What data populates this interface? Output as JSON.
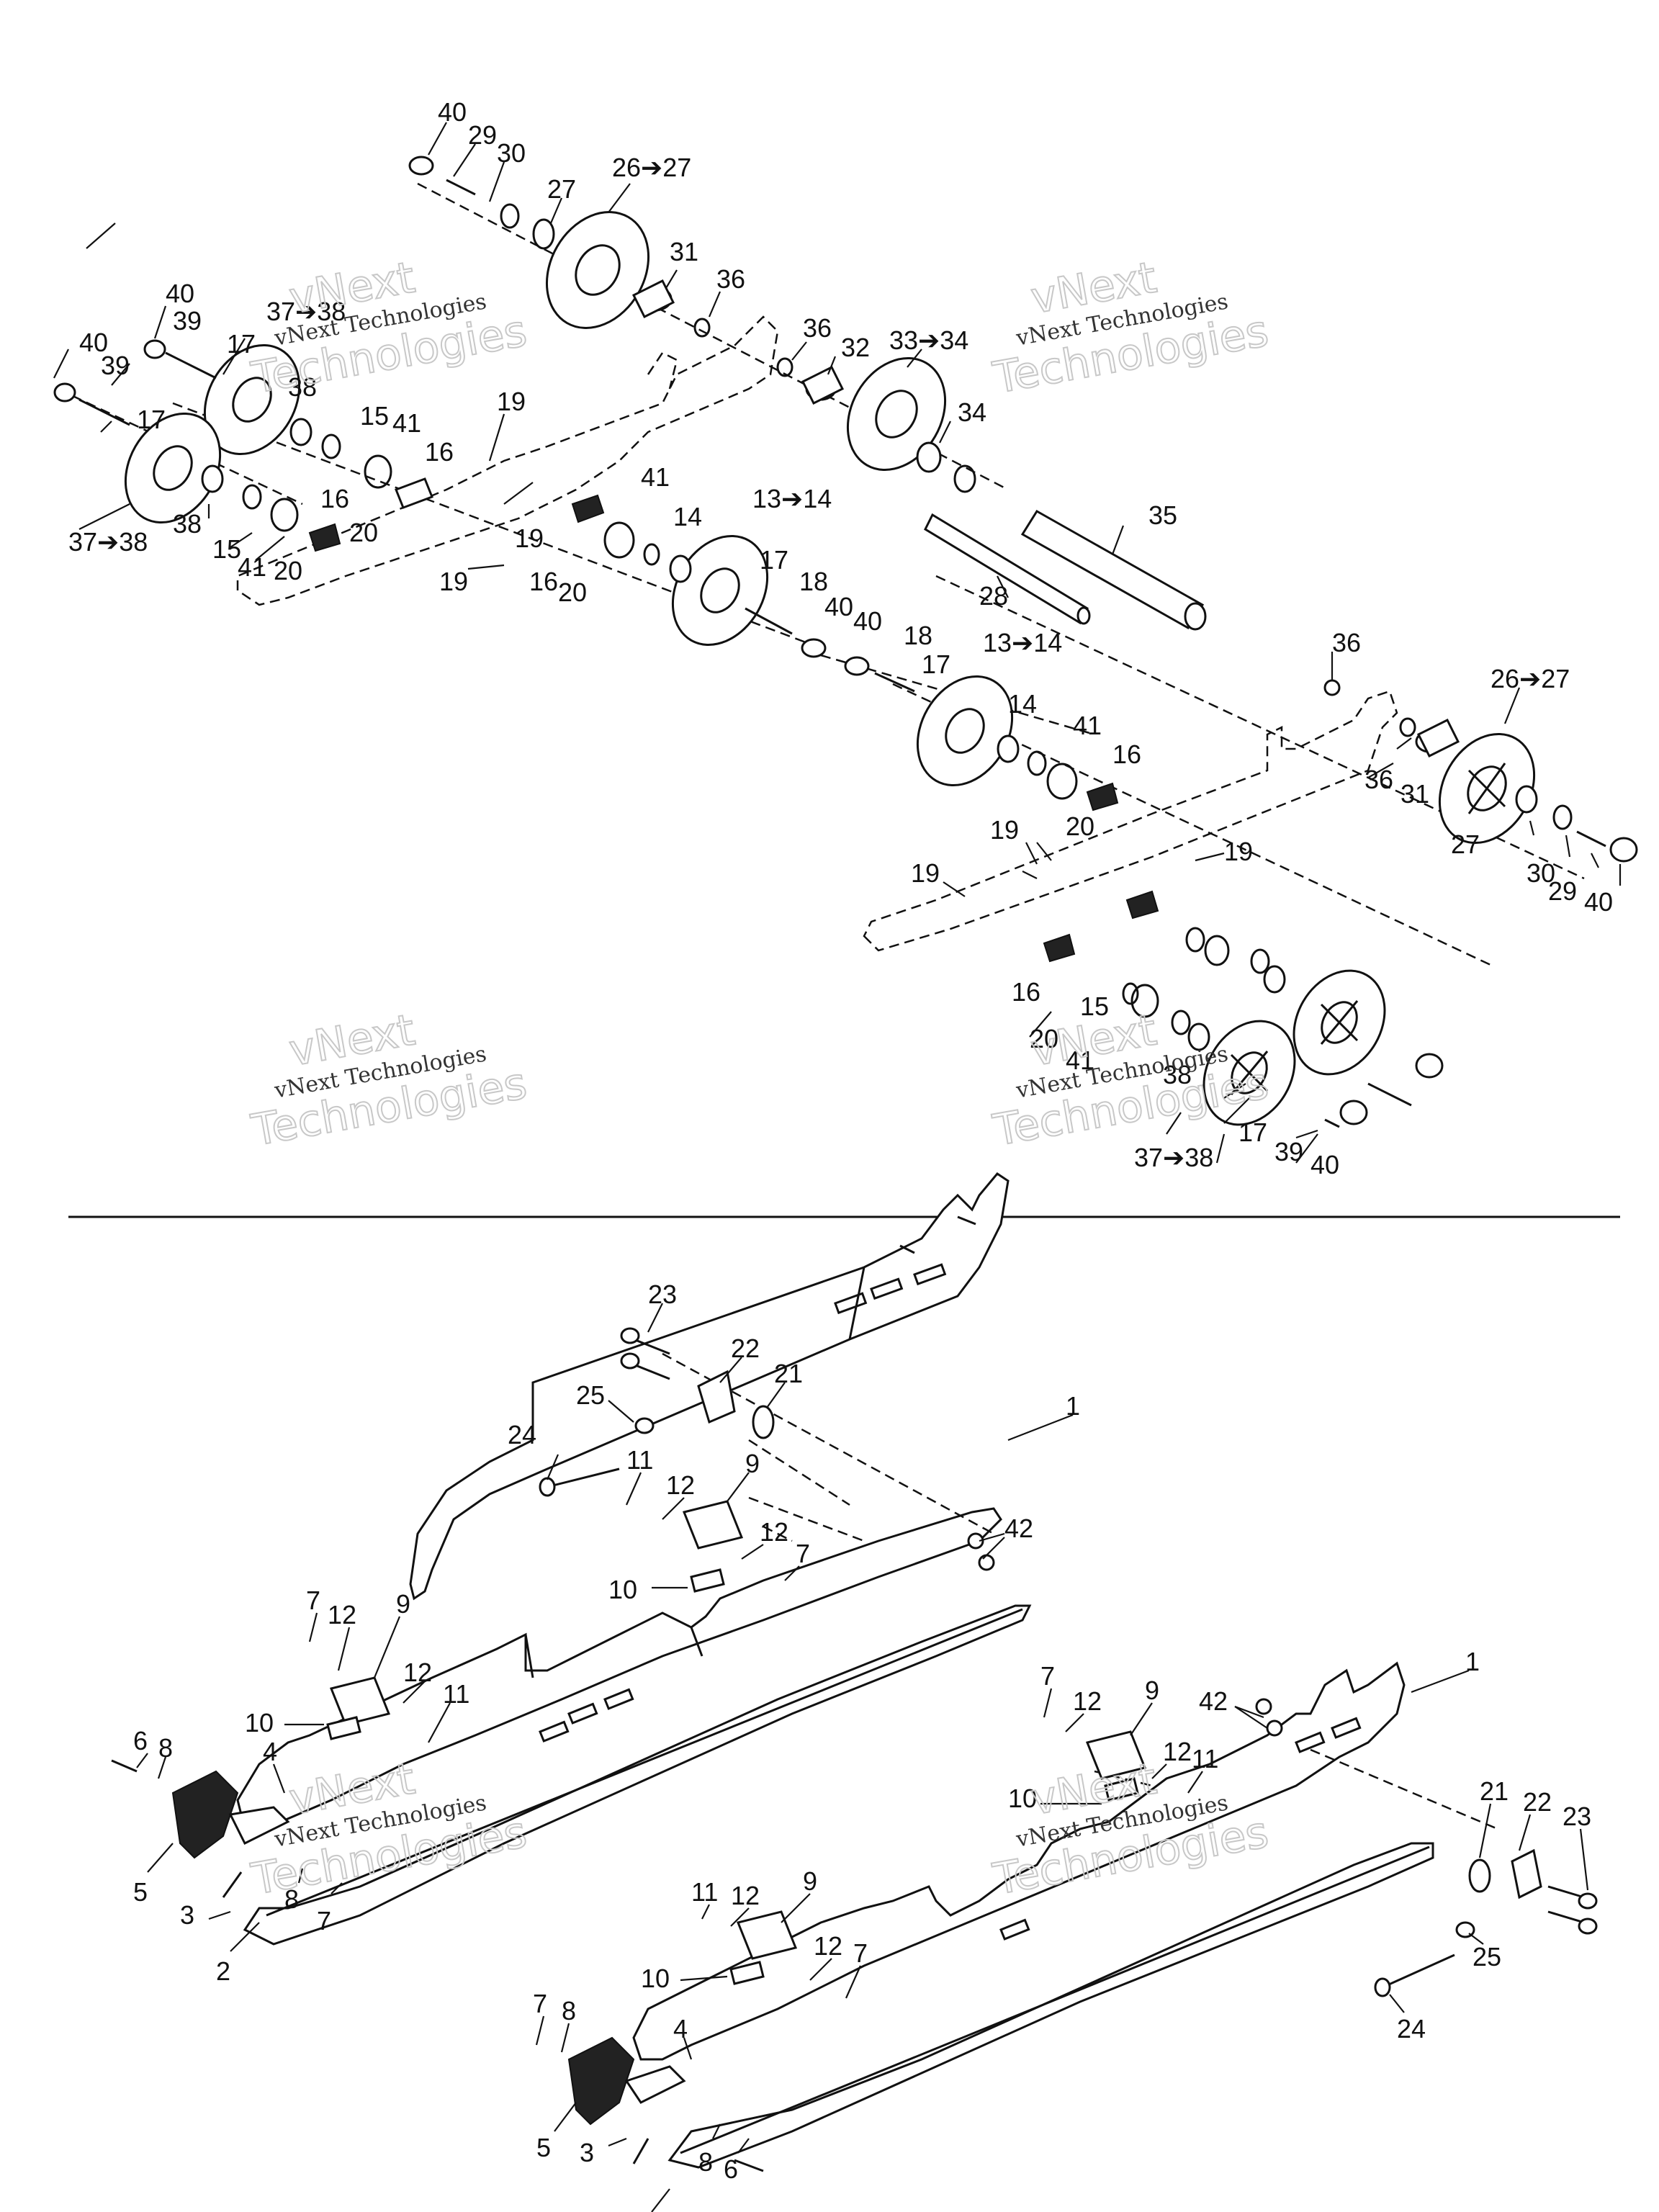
{
  "watermark": {
    "line1": "vNext",
    "line2": "vNext Technologies",
    "line3": "Technologies"
  },
  "callouts_top": [
    {
      "id": "c40a",
      "text": "40"
    },
    {
      "id": "c29a",
      "text": "29"
    },
    {
      "id": "c30a",
      "text": "30"
    },
    {
      "id": "c27a",
      "text": "27"
    },
    {
      "id": "c2627a",
      "text": "26➔27"
    },
    {
      "id": "c31a",
      "text": "31"
    },
    {
      "id": "c36a",
      "text": "36"
    },
    {
      "id": "c36b",
      "text": "36"
    },
    {
      "id": "c32",
      "text": "32"
    },
    {
      "id": "c3334",
      "text": "33➔34"
    },
    {
      "id": "c34",
      "text": "34"
    },
    {
      "id": "c35",
      "text": "35"
    },
    {
      "id": "c28",
      "text": "28"
    },
    {
      "id": "c40b",
      "text": "40"
    },
    {
      "id": "c39a",
      "text": "39"
    },
    {
      "id": "c3738a",
      "text": "37➔38"
    },
    {
      "id": "c17a",
      "text": "17"
    },
    {
      "id": "c38a",
      "text": "38"
    },
    {
      "id": "c40c",
      "text": "40"
    },
    {
      "id": "c39b",
      "text": "39"
    },
    {
      "id": "c17b",
      "text": "17"
    },
    {
      "id": "c15a",
      "text": "15"
    },
    {
      "id": "c41a",
      "text": "41"
    },
    {
      "id": "c16a",
      "text": "16"
    },
    {
      "id": "c19a",
      "text": "19"
    },
    {
      "id": "c38b",
      "text": "38"
    },
    {
      "id": "c15b",
      "text": "15"
    },
    {
      "id": "c16b",
      "text": "16"
    },
    {
      "id": "c20a",
      "text": "20"
    },
    {
      "id": "c41b",
      "text": "41"
    },
    {
      "id": "c20b",
      "text": "20"
    },
    {
      "id": "c3738b",
      "text": "37➔38"
    },
    {
      "id": "c19b",
      "text": "19"
    },
    {
      "id": "c19c",
      "text": "19"
    },
    {
      "id": "c41c",
      "text": "41"
    },
    {
      "id": "c14a",
      "text": "14"
    },
    {
      "id": "c1314a",
      "text": "13➔14"
    },
    {
      "id": "c16c",
      "text": "16"
    },
    {
      "id": "c20c",
      "text": "20"
    },
    {
      "id": "c17c",
      "text": "17"
    },
    {
      "id": "c18a",
      "text": "18"
    },
    {
      "id": "c40d",
      "text": "40"
    },
    {
      "id": "c40e",
      "text": "40"
    },
    {
      "id": "c18b",
      "text": "18"
    },
    {
      "id": "c17d",
      "text": "17"
    },
    {
      "id": "c1314b",
      "text": "13➔14"
    },
    {
      "id": "c36c",
      "text": "36"
    },
    {
      "id": "c2627b",
      "text": "26➔27"
    },
    {
      "id": "c14b",
      "text": "14"
    },
    {
      "id": "c41d",
      "text": "41"
    },
    {
      "id": "c16d",
      "text": "16"
    },
    {
      "id": "c36d",
      "text": "36"
    },
    {
      "id": "c31b",
      "text": "31"
    },
    {
      "id": "c20d",
      "text": "20"
    },
    {
      "id": "c19d",
      "text": "19"
    },
    {
      "id": "c19e",
      "text": "19"
    },
    {
      "id": "c27b",
      "text": "27"
    },
    {
      "id": "c30b",
      "text": "30"
    },
    {
      "id": "c29b",
      "text": "29"
    },
    {
      "id": "c40f",
      "text": "40"
    },
    {
      "id": "c19f",
      "text": "19"
    },
    {
      "id": "c16e",
      "text": "16"
    },
    {
      "id": "c15c",
      "text": "15"
    },
    {
      "id": "c20e",
      "text": "20"
    },
    {
      "id": "c41e",
      "text": "41"
    },
    {
      "id": "c38c",
      "text": "38"
    },
    {
      "id": "c17e",
      "text": "17"
    },
    {
      "id": "c3738c",
      "text": "37➔38"
    },
    {
      "id": "c39c",
      "text": "39"
    },
    {
      "id": "c40g",
      "text": "40"
    }
  ],
  "callouts_bottom": [
    {
      "id": "b23a",
      "text": "23"
    },
    {
      "id": "b22a",
      "text": "22"
    },
    {
      "id": "b21a",
      "text": "21"
    },
    {
      "id": "b25a",
      "text": "25"
    },
    {
      "id": "b1a",
      "text": "1"
    },
    {
      "id": "b24a",
      "text": "24"
    },
    {
      "id": "b11a",
      "text": "11"
    },
    {
      "id": "b12a",
      "text": "12"
    },
    {
      "id": "b9a",
      "text": "9"
    },
    {
      "id": "b12b",
      "text": "12"
    },
    {
      "id": "b42a",
      "text": "42"
    },
    {
      "id": "b7a",
      "text": "7"
    },
    {
      "id": "b10a",
      "text": "10"
    },
    {
      "id": "b7b",
      "text": "7"
    },
    {
      "id": "b12c",
      "text": "12"
    },
    {
      "id": "b9b",
      "text": "9"
    },
    {
      "id": "b12d",
      "text": "12"
    },
    {
      "id": "b11b",
      "text": "11"
    },
    {
      "id": "b10b",
      "text": "10"
    },
    {
      "id": "b6a",
      "text": "6"
    },
    {
      "id": "b8a",
      "text": "8"
    },
    {
      "id": "b4a",
      "text": "4"
    },
    {
      "id": "b5a",
      "text": "5"
    },
    {
      "id": "b3a",
      "text": "3"
    },
    {
      "id": "b8b",
      "text": "8"
    },
    {
      "id": "b7c",
      "text": "7"
    },
    {
      "id": "b2a",
      "text": "2"
    },
    {
      "id": "b1b",
      "text": "1"
    },
    {
      "id": "b7d",
      "text": "7"
    },
    {
      "id": "b12e",
      "text": "12"
    },
    {
      "id": "b9c",
      "text": "9"
    },
    {
      "id": "b42b",
      "text": "42"
    },
    {
      "id": "b12f",
      "text": "12"
    },
    {
      "id": "b11c",
      "text": "11"
    },
    {
      "id": "b10c",
      "text": "10"
    },
    {
      "id": "b21b",
      "text": "21"
    },
    {
      "id": "b22b",
      "text": "22"
    },
    {
      "id": "b23b",
      "text": "23"
    },
    {
      "id": "b25b",
      "text": "25"
    },
    {
      "id": "b24b",
      "text": "24"
    },
    {
      "id": "b11d",
      "text": "11"
    },
    {
      "id": "b12g",
      "text": "12"
    },
    {
      "id": "b9d",
      "text": "9"
    },
    {
      "id": "b12h",
      "text": "12"
    },
    {
      "id": "b7e",
      "text": "7"
    },
    {
      "id": "b10d",
      "text": "10"
    },
    {
      "id": "b7f",
      "text": "7"
    },
    {
      "id": "b8c",
      "text": "8"
    },
    {
      "id": "b4b",
      "text": "4"
    },
    {
      "id": "b5b",
      "text": "5"
    },
    {
      "id": "b3b",
      "text": "3"
    },
    {
      "id": "b8d",
      "text": "8"
    },
    {
      "id": "b6b",
      "text": "6"
    }
  ]
}
